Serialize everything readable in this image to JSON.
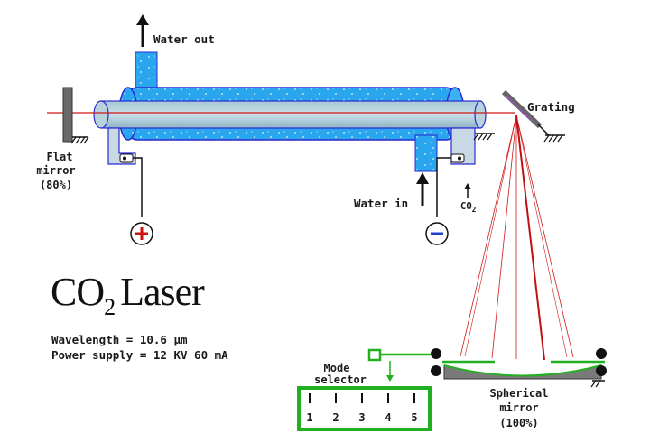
{
  "labels": {
    "water_out": "Water out",
    "water_in": "Water in",
    "grating": "Grating",
    "flat_mirror": [
      "Flat",
      "mirror",
      "(80%)"
    ],
    "co2_small": "CO",
    "co2_small_sub": "2",
    "mode_selector": [
      "Mode",
      "selector"
    ],
    "spherical_mirror": [
      "Spherical",
      "mirror",
      "(100%)"
    ],
    "scale_numbers": [
      "1",
      "2",
      "3",
      "4",
      "5"
    ],
    "plus": "+",
    "minus": "−"
  },
  "title": {
    "co": "CO",
    "sub": "2",
    "laser": "Laser"
  },
  "specs": [
    "Wavelength = 10.6 µm",
    "Power supply = 12 KV 60 mA"
  ],
  "colors": {
    "water": "#29a8f0",
    "tube_glass": "#9ec3d3",
    "tube_outline": "#2a2ad0",
    "beam": "#d01818",
    "green": "#22b022",
    "grating": "#a050d0",
    "plus_red": "#cc1111",
    "minus_blue": "#2040cc"
  }
}
